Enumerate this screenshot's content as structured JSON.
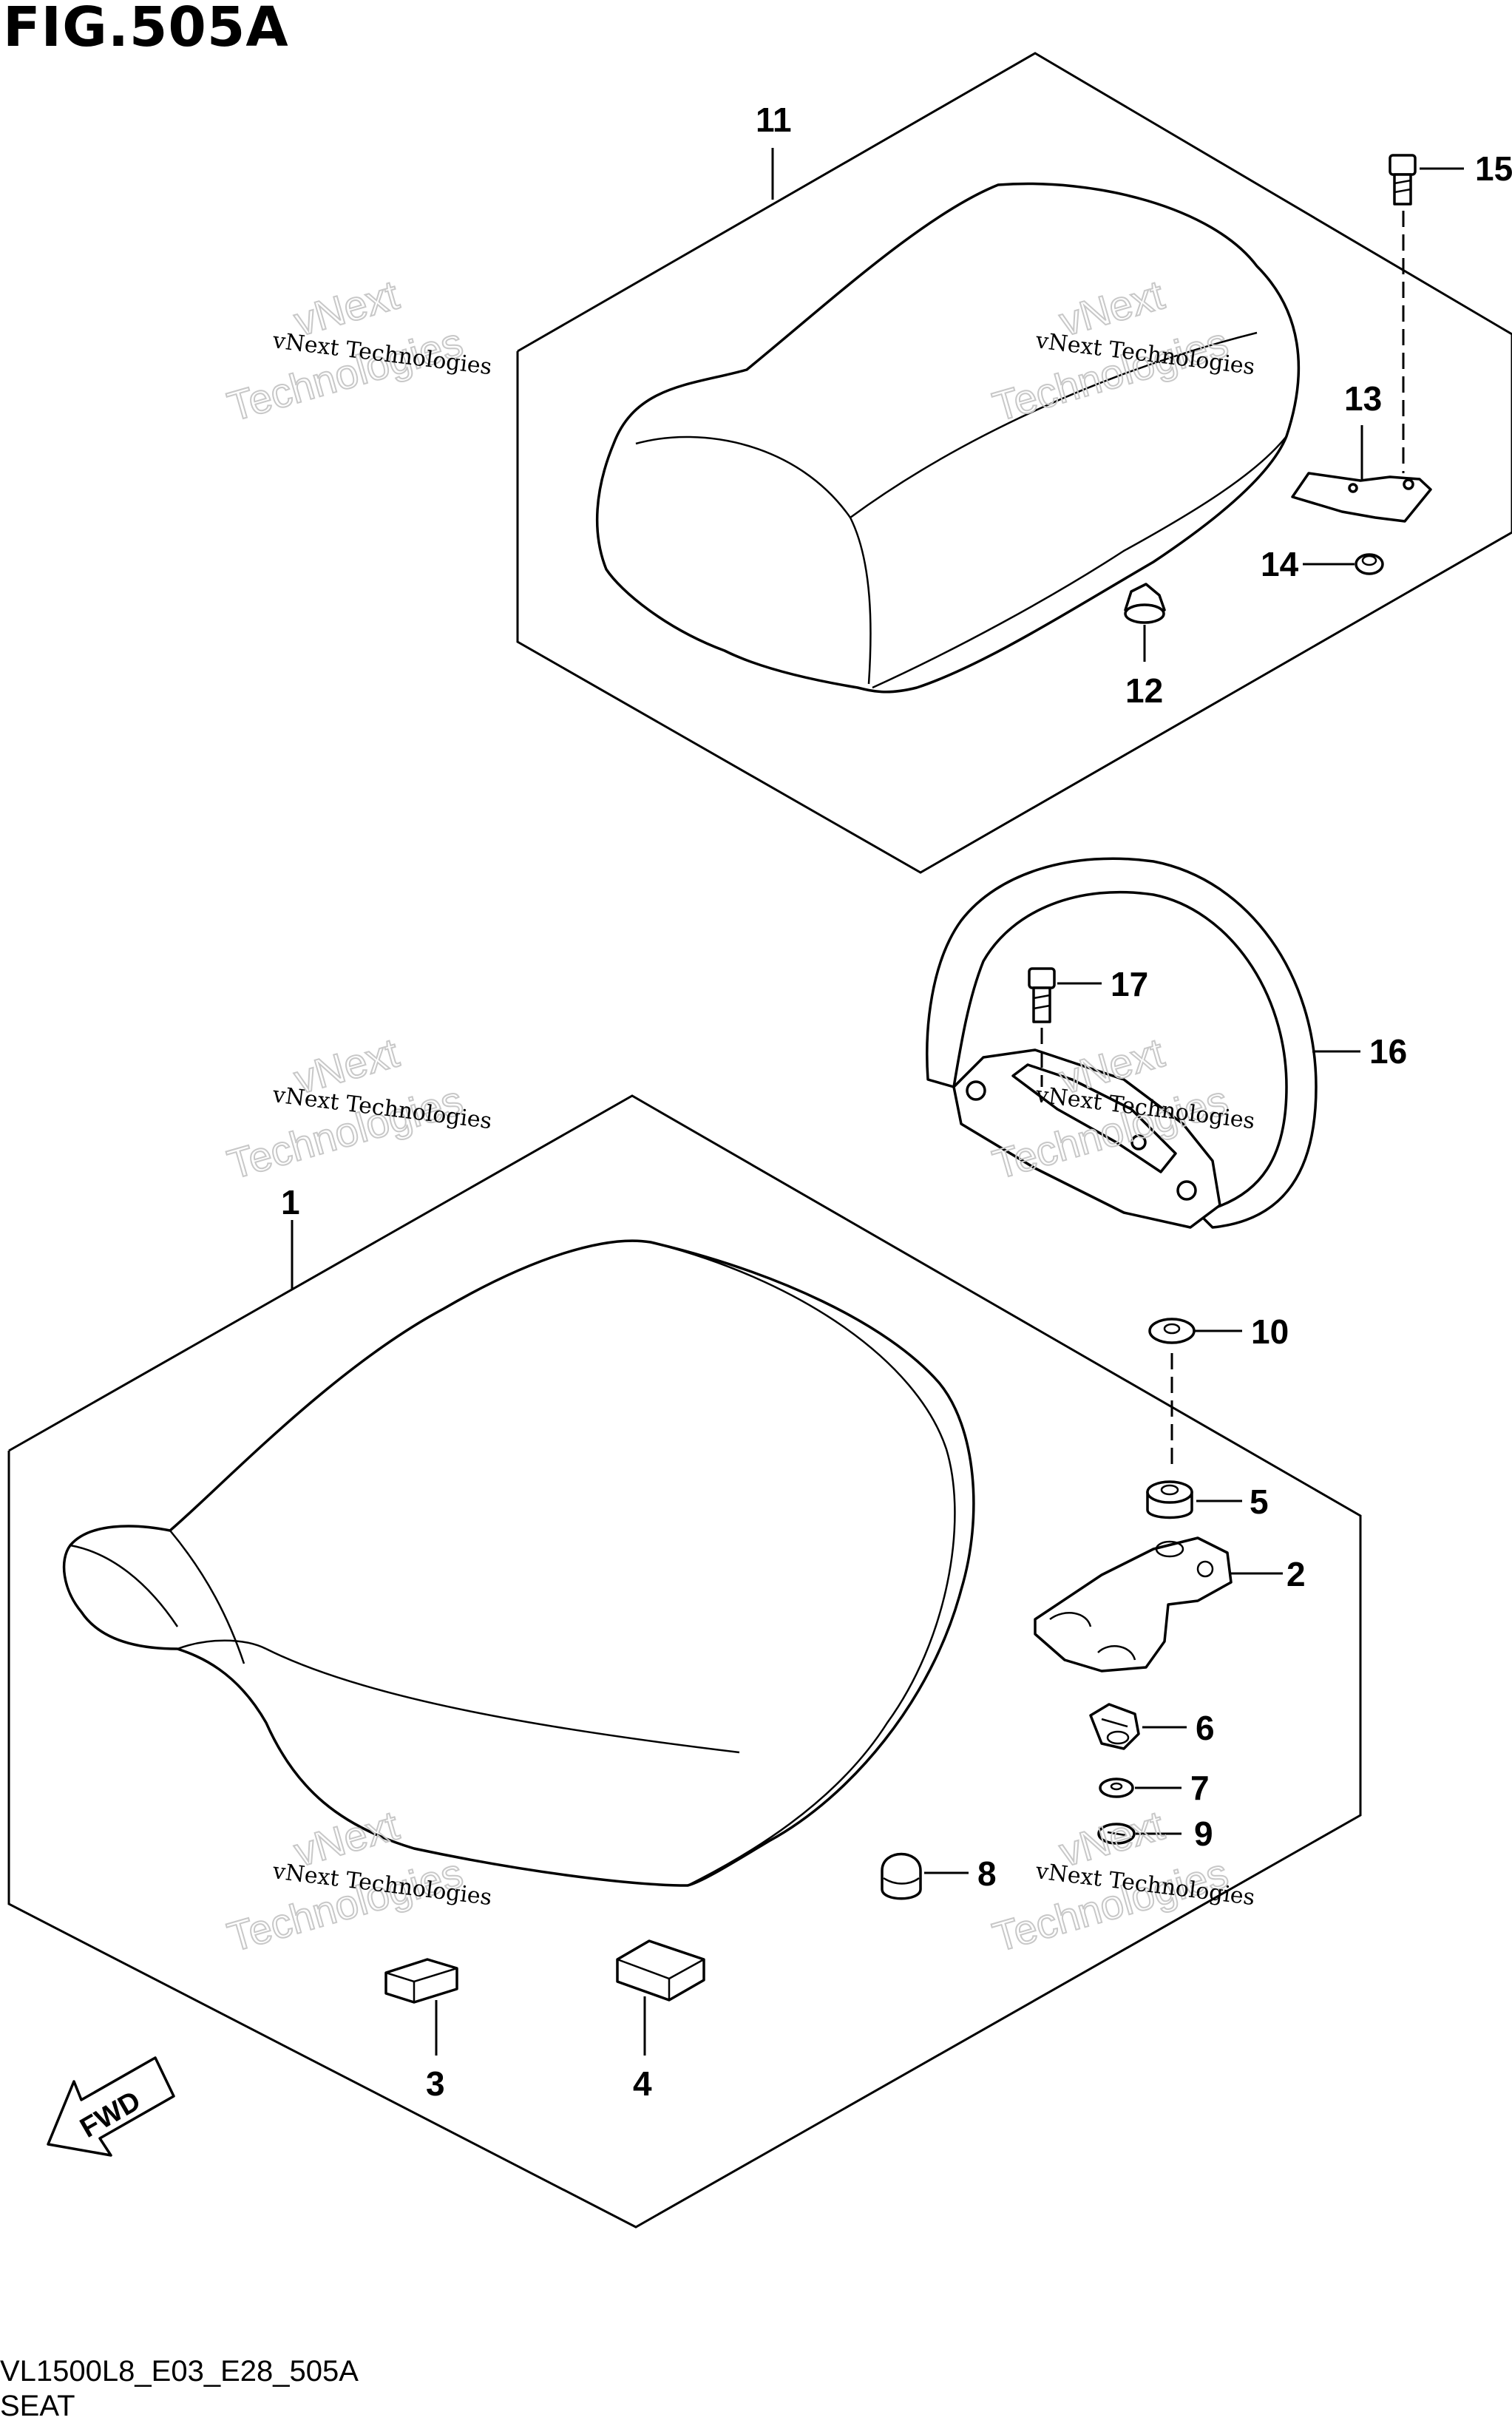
{
  "figure": {
    "title": "FIG.505A",
    "code": "VL1500L8_E03_E28_505A",
    "name": "SEAT"
  },
  "watermark": {
    "line1": "vNext Technologies",
    "line2": "vNext",
    "line3": "Technologies"
  },
  "direction_badge": "FWD",
  "callouts": {
    "c1": "1",
    "c2": "2",
    "c3": "3",
    "c4": "4",
    "c5": "5",
    "c6": "6",
    "c7": "7",
    "c8": "8",
    "c9": "9",
    "c10": "10",
    "c11": "11",
    "c12": "12",
    "c13": "13",
    "c14": "14",
    "c15": "15",
    "c16": "16",
    "c17": "17"
  }
}
